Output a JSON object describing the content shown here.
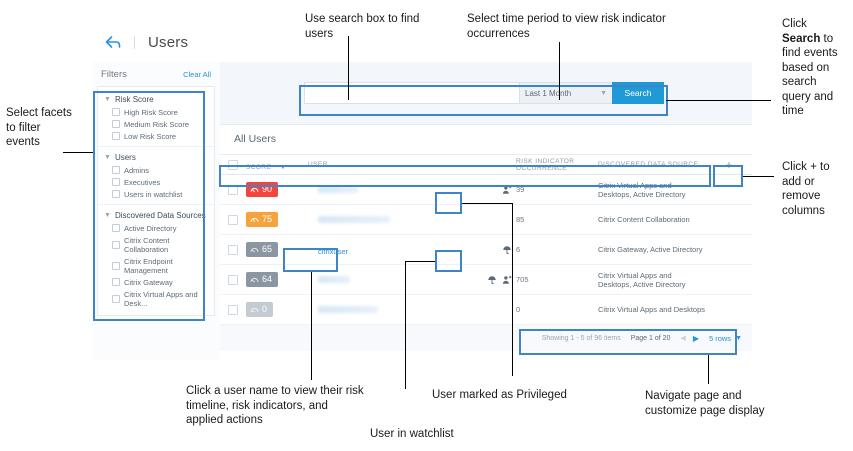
{
  "app": {
    "header": {
      "title": "Users",
      "back_icon": "back-arrow-icon"
    },
    "sidebar": {
      "title": "Filters",
      "clear_all": "Clear All",
      "facets": [
        {
          "title": "Risk Score",
          "items": [
            "High Risk Score",
            "Medium Risk Score",
            "Low Risk Score"
          ]
        },
        {
          "title": "Users",
          "items": [
            "Admins",
            "Executives",
            "Users in watchlist"
          ]
        },
        {
          "title": "Discovered Data Sources",
          "items": [
            "Active Directory",
            "Citrix Content Collaboration",
            "Citrix Endpoint Management",
            "Citrix Gateway",
            "Citrix Virtual Apps and Desk..."
          ]
        }
      ]
    },
    "search": {
      "query_value": "",
      "query_placeholder": "",
      "time_period": "Last 1 Month",
      "search_button": "Search"
    },
    "table": {
      "caption": "All Users",
      "columns": [
        "SCORE",
        "USER",
        "RISK INDICATOR OCCURRENCE",
        "DISCOVERED DATA SOURCE"
      ],
      "add_column_label": "+",
      "rows": [
        {
          "score": "90",
          "color": "#f4453c",
          "user": "",
          "blurred": true,
          "width": 40,
          "privileged": true,
          "watchlist": false,
          "occurrence": "39",
          "source": "Citrix Virtual Apps and Desktops, Active Directory"
        },
        {
          "score": "75",
          "color": "#f5a33c",
          "user": "",
          "blurred": true,
          "width": 72,
          "privileged": false,
          "watchlist": false,
          "occurrence": "85",
          "source": "Citrix Content Collaboration"
        },
        {
          "score": "65",
          "color": "#8b96a2",
          "user": "citrixuser",
          "blurred": false,
          "width": 0,
          "privileged": false,
          "watchlist": true,
          "occurrence": "6",
          "source": "Citrix Gateway, Active Directory"
        },
        {
          "score": "64",
          "color": "#8b96a2",
          "user": "",
          "blurred": true,
          "width": 32,
          "privileged": true,
          "watchlist": true,
          "occurrence": "705",
          "source": "Citrix Virtual Apps and Desktops, Active Directory"
        },
        {
          "score": "0",
          "color": "#c3cbd3",
          "user": "",
          "blurred": true,
          "width": 60,
          "privileged": false,
          "watchlist": false,
          "occurrence": "0",
          "source": "Citrix Virtual Apps and Desktops"
        }
      ],
      "footer": {
        "showing": "Showing 1 - 5 of 96 items",
        "page": "Page 1 of 20",
        "prev_icon": "prev-page-icon",
        "next_icon": "next-page-icon",
        "rows_per_page": "5 rows"
      }
    }
  },
  "annotations": {
    "facets": "Select facets to filter events",
    "search_box": "Use search box to find users",
    "time_period": "Select time period to view risk indicator occurrences",
    "search_button_pre": "Click ",
    "search_button_bold": "Search",
    "search_button_post": " to find events based on search query and time",
    "add_columns": "Click + to add or remove columns",
    "user_name": "Click a user name to view their risk timeline, risk indicators, and applied actions",
    "watchlist": "User in watchlist",
    "privileged": "User marked as Privileged",
    "pagination": "Navigate page and customize page display"
  },
  "colors": {
    "accent": "#1f9ad6",
    "highlight": "#3d85c8",
    "link": "#2a92d8"
  }
}
